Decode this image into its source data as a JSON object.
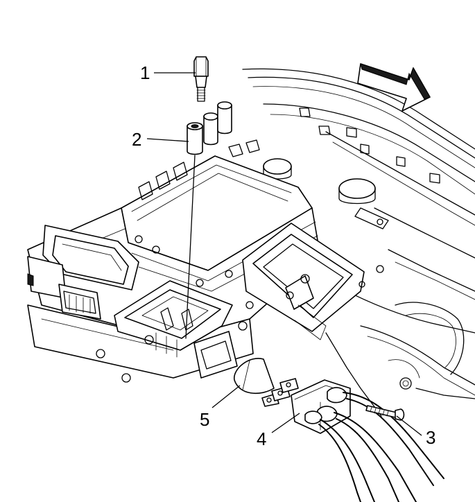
{
  "callouts": [
    {
      "id": "1",
      "label": "1"
    },
    {
      "id": "2",
      "label": "2"
    },
    {
      "id": "3",
      "label": "3"
    },
    {
      "id": "4",
      "label": "4"
    },
    {
      "id": "5",
      "label": "5"
    }
  ],
  "colors": {
    "line": "#000000",
    "background": "#ffffff",
    "arrow_fill": "#1a1a1a"
  },
  "icons": {
    "direction": "front-direction-arrow-icon"
  }
}
